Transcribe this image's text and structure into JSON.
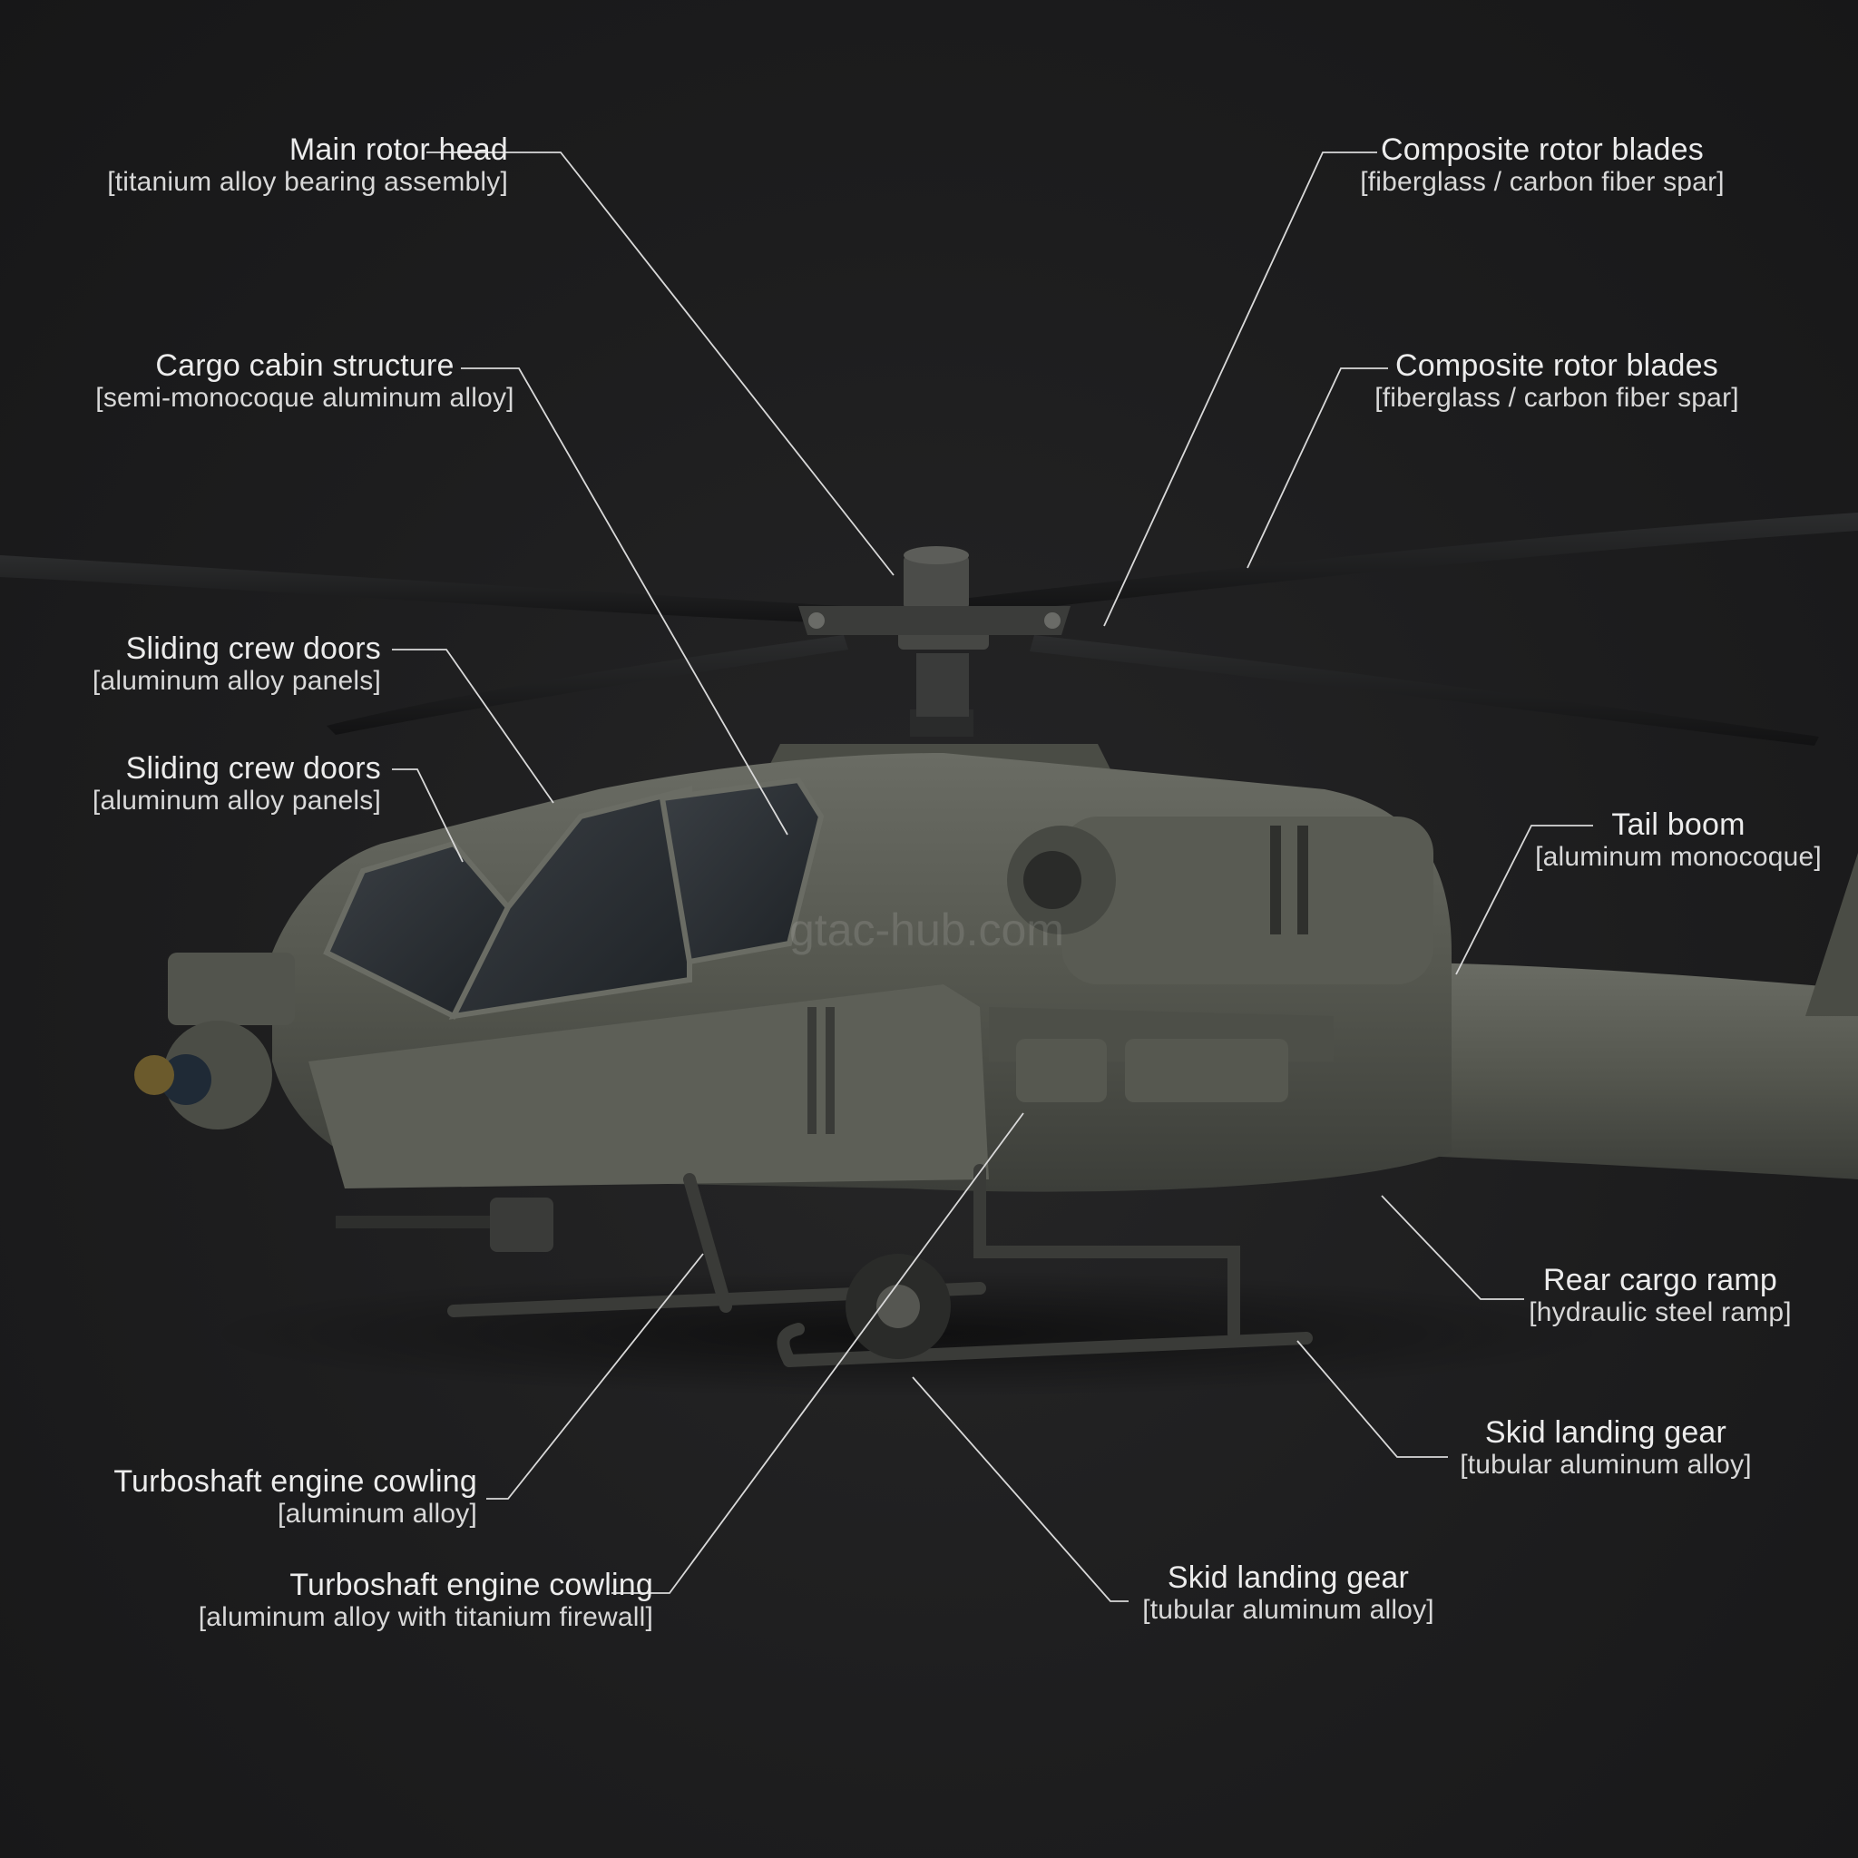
{
  "watermark": "gtac-hub.com",
  "colors": {
    "background": "#1d1d1e",
    "hull": "#55574f",
    "leader_line": "#d9d9d9",
    "text": "#ececec"
  },
  "callouts": [
    {
      "name": "Main rotor head",
      "material": "[titanium alloy bearing assembly]"
    },
    {
      "name": "Composite rotor blades",
      "material": "[fiberglass / carbon fiber spar]"
    },
    {
      "name": "Cargo cabin structure",
      "material": "[semi-monocoque aluminum alloy]"
    },
    {
      "name": "Composite rotor blades",
      "material": "[fiberglass / carbon fiber spar]"
    },
    {
      "name": "Sliding crew doors",
      "material": "[aluminum alloy panels]"
    },
    {
      "name": "Sliding crew doors",
      "material": "[aluminum alloy panels]"
    },
    {
      "name": "Tail boom",
      "material": "[aluminum monocoque]"
    },
    {
      "name": "Rear cargo ramp",
      "material": "[hydraulic steel ramp]"
    },
    {
      "name": "Skid landing gear",
      "material": "[tubular aluminum alloy]"
    },
    {
      "name": "Turboshaft engine cowling",
      "material": "[aluminum alloy]"
    },
    {
      "name": "Turboshaft engine cowling",
      "material": "[aluminum alloy with titanium firewall]"
    },
    {
      "name": "Skid landing gear",
      "material": "[tubular aluminum alloy]"
    }
  ]
}
